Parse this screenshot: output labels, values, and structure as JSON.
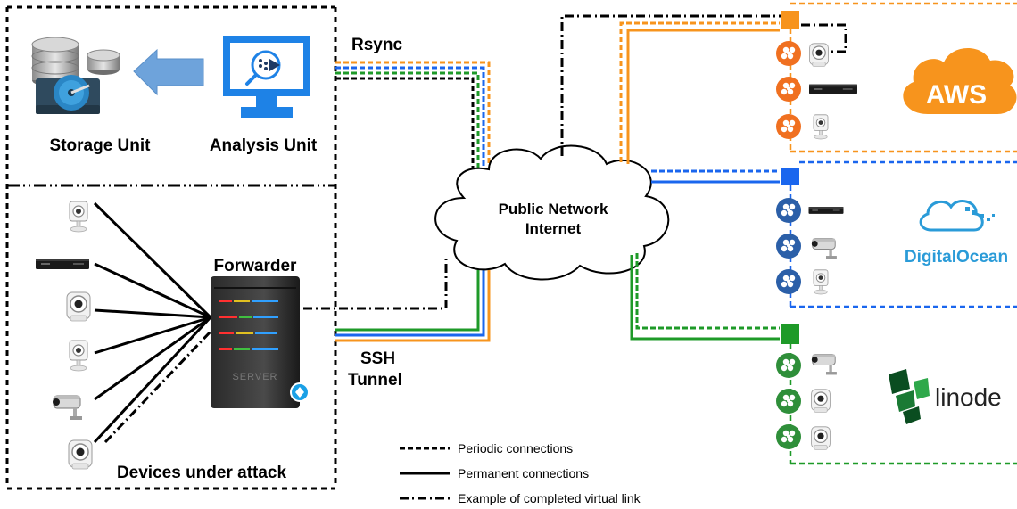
{
  "labels": {
    "rsync": "Rsync",
    "storage_unit": "Storage Unit",
    "analysis_unit": "Analysis Unit",
    "forwarder": "Forwarder",
    "devices_under_attack": "Devices under attack",
    "ssh": "SSH",
    "tunnel": "Tunnel",
    "public_network": "Public Network",
    "internet": "Internet",
    "server_text": "SERVER"
  },
  "providers": {
    "aws": "AWS",
    "digitalocean": "DigitalOcean",
    "linode": "linode"
  },
  "legend": {
    "periodic": "Periodic connections",
    "permanent": "Permanent connections",
    "virtual_link": "Example of completed virtual link"
  },
  "colors": {
    "aws": "#f7941d",
    "digitalocean": "#1a66ee",
    "do_node": "#2b5fa8",
    "linode": "#1e9a28",
    "linode_node": "#2f8f3a",
    "analysis_blue": "#1e82e6"
  }
}
